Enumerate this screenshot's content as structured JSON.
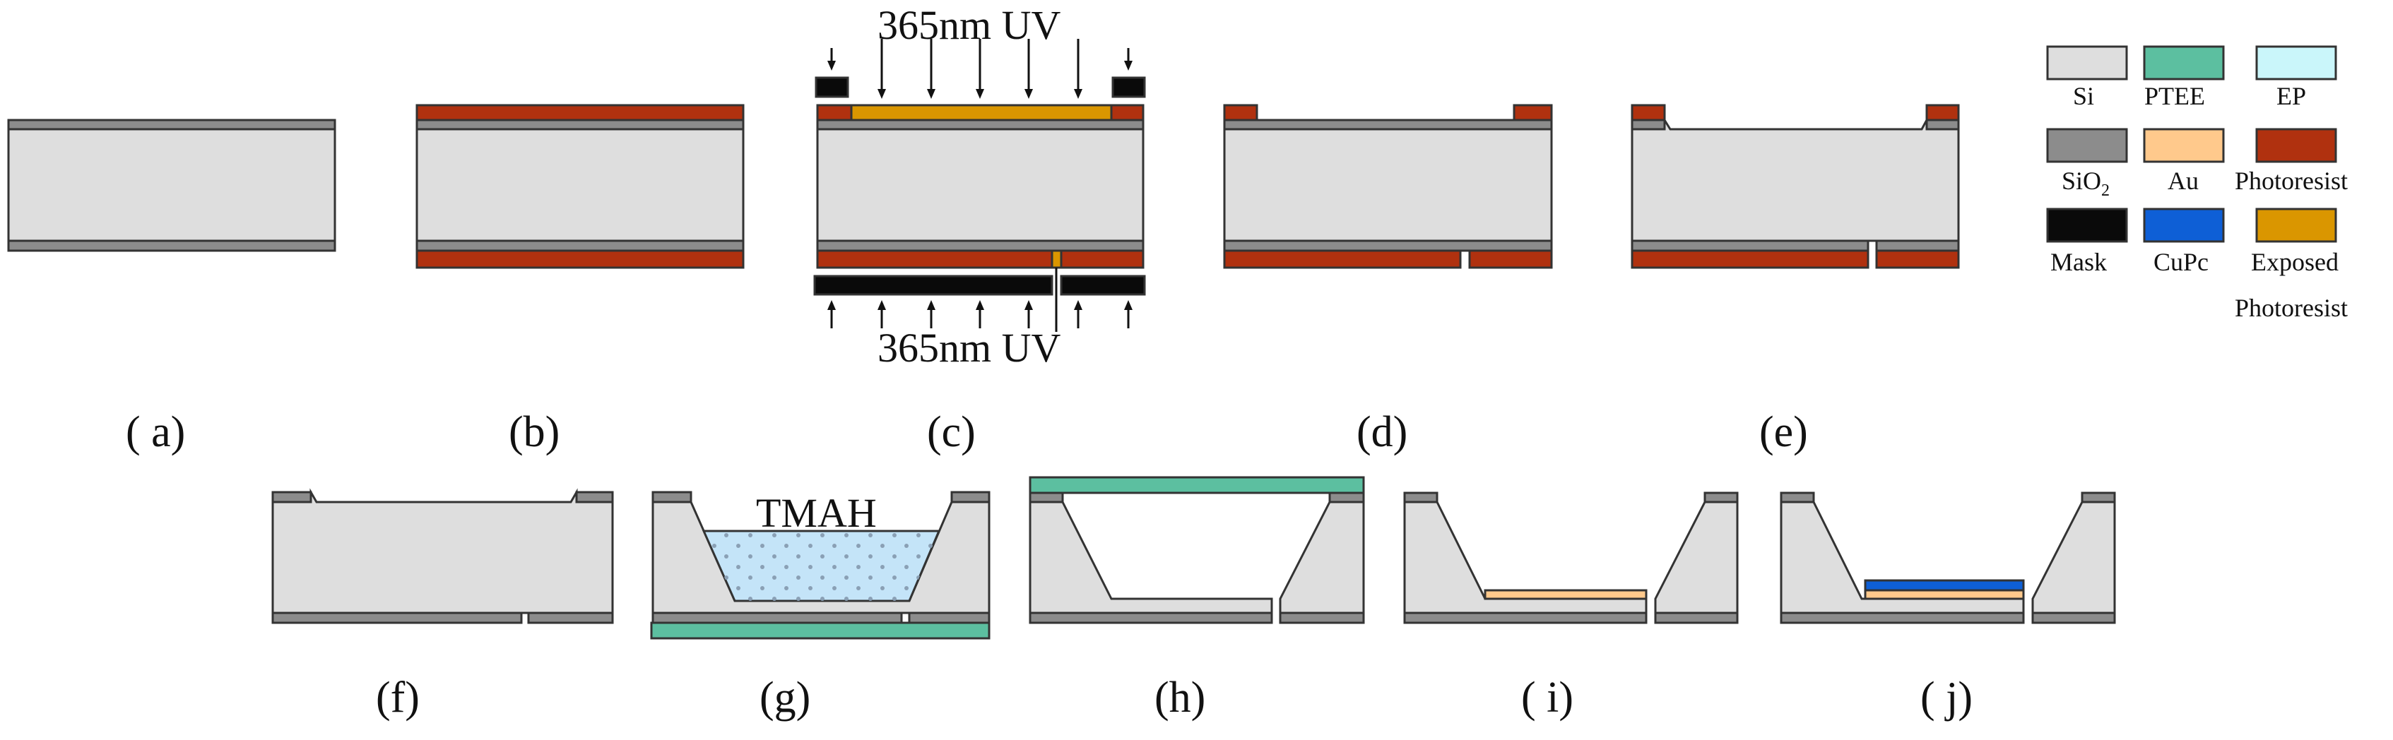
{
  "colors": {
    "Si": "#dedede",
    "SiO2": "#8c8c8c",
    "Photoresist": "#b0310f",
    "Exposed Photoresist": "#da9600",
    "Mask": "#0a0a0a",
    "PTEE": "#5cbfa0",
    "EP": "#caf6fa",
    "Au": "#ffc98c",
    "CuPc": "#0e5fd6",
    "TMAH": "#c4e4f8",
    "outline": "#333333"
  },
  "uv_top": "365nm UV",
  "uv_bottom": "365nm UV",
  "tmah_label": "TMAH",
  "steps": {
    "a": "( a)",
    "b": "(b)",
    "c": "(c)",
    "d": "(d)",
    "e": "(e)",
    "f": "(f)",
    "g": "(g)",
    "h": "(h)",
    "i": "( i)",
    "j": "( j)"
  },
  "legend": {
    "si": "Si",
    "ptee": "PTEE",
    "ep": "EP",
    "sio2_main": "SiO",
    "sio2_sub": "2",
    "au": "Au",
    "photoresist": "Photoresist",
    "mask": "Mask",
    "cupc": "CuPc",
    "exposed_line1": "Exposed",
    "exposed_line2": "Photoresist"
  }
}
